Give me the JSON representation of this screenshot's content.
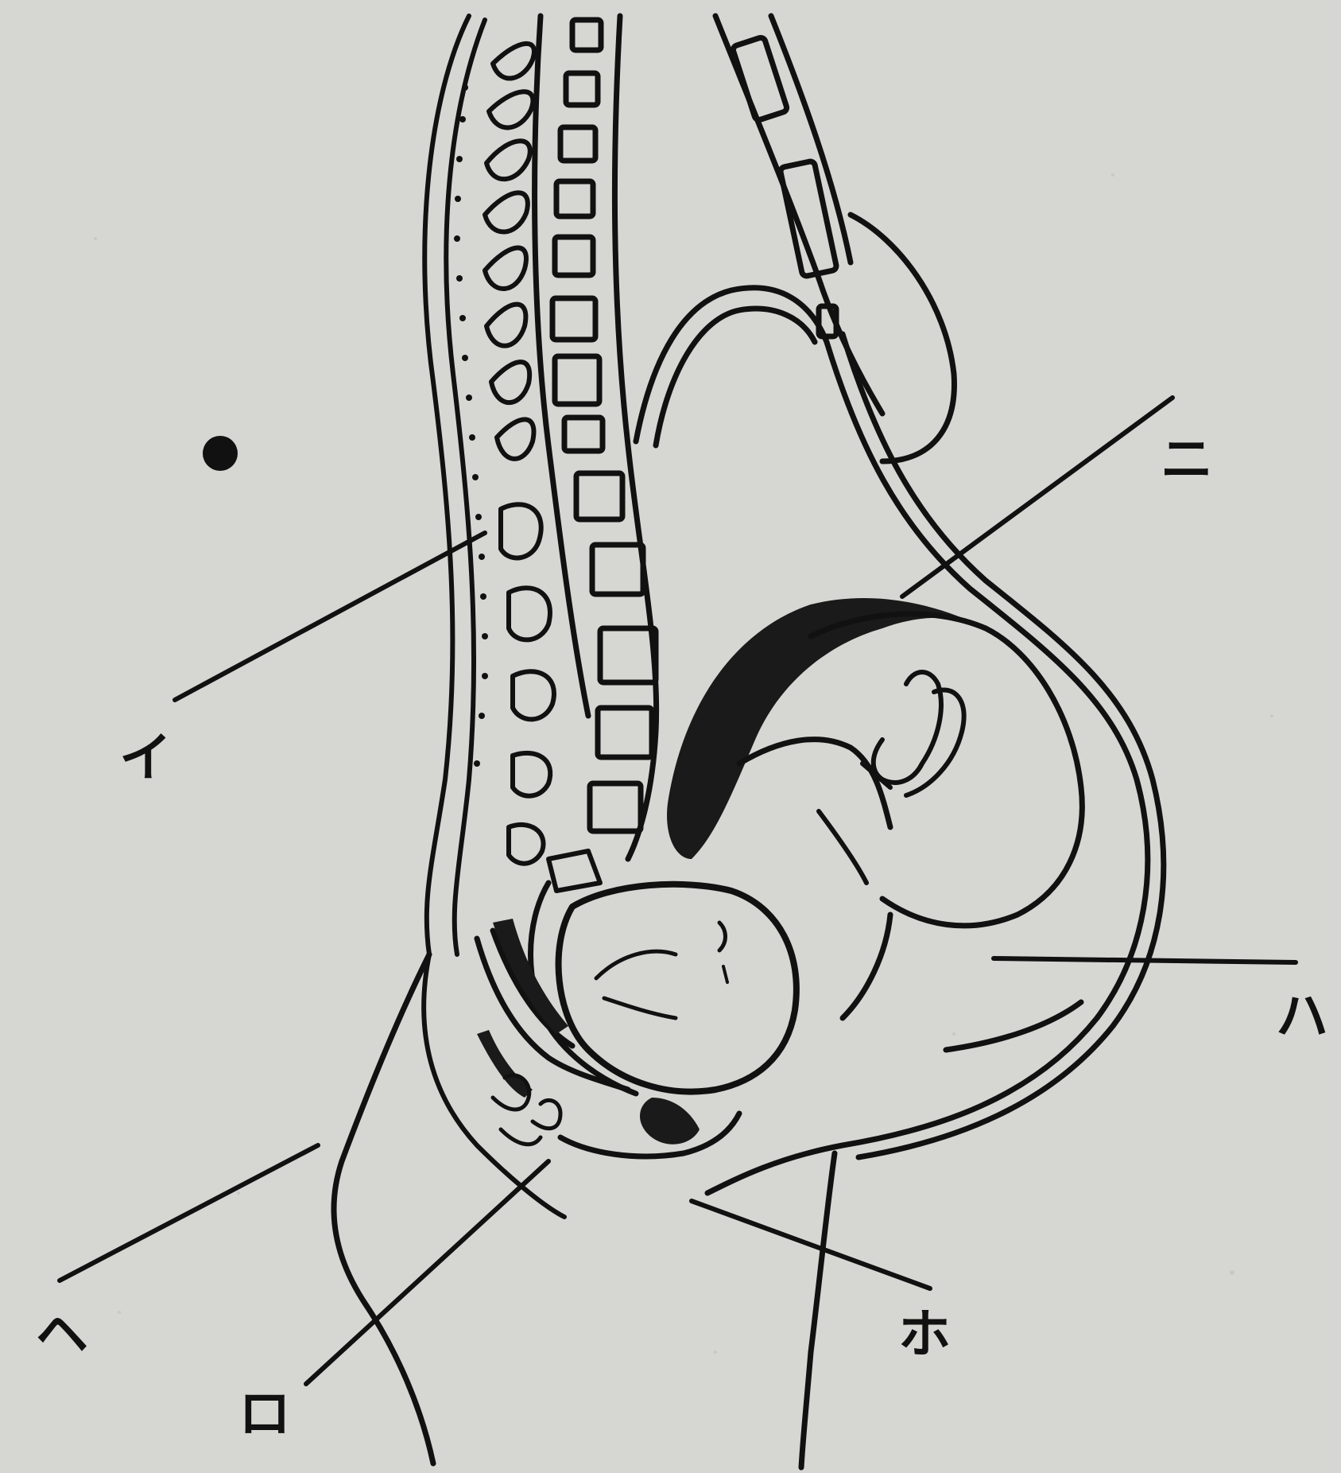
{
  "figure": {
    "background": "#d6d6d3",
    "ink": "#111111",
    "labels": {
      "i": "イ",
      "ro": "ロ",
      "ha": "ハ",
      "ni": "ニ",
      "ho": "ホ",
      "he": "ヘ"
    }
  }
}
